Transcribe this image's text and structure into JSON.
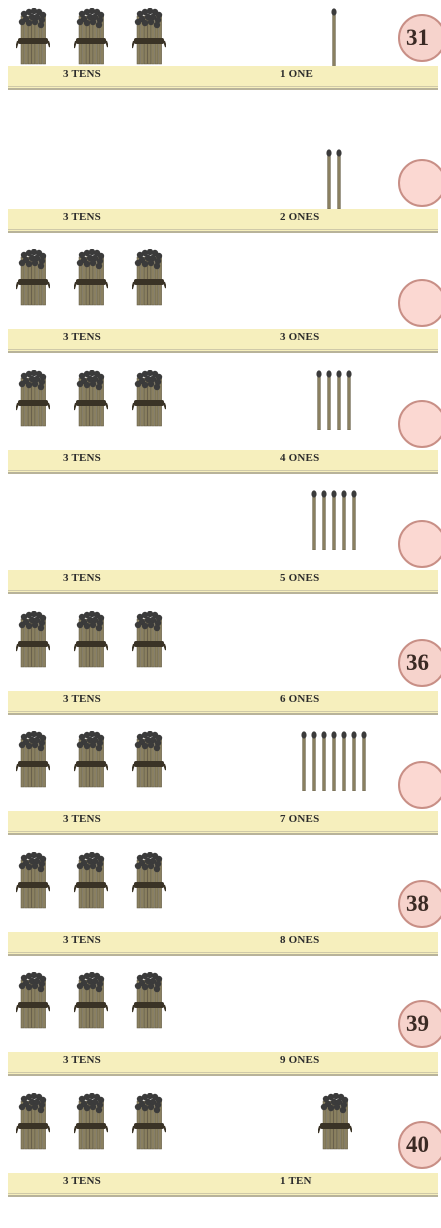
{
  "rows": [
    {
      "tens_label": "3 TENS",
      "ones_label": "1 ONE",
      "answer": "31",
      "show_bundles": true,
      "ones_count": 1,
      "show_ten_bundle": false
    },
    {
      "tens_label": "3 TENS",
      "ones_label": "2 ONES",
      "answer": "",
      "show_bundles": false,
      "ones_count": 2,
      "show_ten_bundle": false
    },
    {
      "tens_label": "3 TENS",
      "ones_label": "3 ONES",
      "answer": "",
      "show_bundles": true,
      "ones_count": 0,
      "show_ten_bundle": false
    },
    {
      "tens_label": "3 TENS",
      "ones_label": "4 ONES",
      "answer": "",
      "show_bundles": true,
      "ones_count": 4,
      "show_ten_bundle": false
    },
    {
      "tens_label": "3 TENS",
      "ones_label": "5 ONES",
      "answer": "",
      "show_bundles": false,
      "ones_count": 5,
      "show_ten_bundle": false
    },
    {
      "tens_label": "3 TENS",
      "ones_label": "6 ONES",
      "answer": "36",
      "show_bundles": true,
      "ones_count": 0,
      "show_ten_bundle": false
    },
    {
      "tens_label": "3 TENS",
      "ones_label": "7 ONES",
      "answer": "",
      "show_bundles": true,
      "ones_count": 7,
      "show_ten_bundle": false
    },
    {
      "tens_label": "3 TENS",
      "ones_label": "8 ONES",
      "answer": "38",
      "show_bundles": true,
      "ones_count": 0,
      "show_ten_bundle": false
    },
    {
      "tens_label": "3 TENS",
      "ones_label": "9 ONES",
      "answer": "39",
      "show_bundles": true,
      "ones_count": 0,
      "show_ten_bundle": false
    },
    {
      "tens_label": "3 TENS",
      "ones_label": "1 TEN",
      "answer": "40",
      "show_bundles": true,
      "ones_count": 0,
      "show_ten_bundle": true
    }
  ],
  "colors": {
    "band": "#f6efbd",
    "circle_fill": "#f6d3cc",
    "circle_stroke": "#c88f86",
    "stick": "#8a8060",
    "stick_head": "#3b3b3b",
    "bundle_tie": "#3a3326"
  },
  "icons": {
    "tens_bundle": "bundle-of-ten-matchsticks-icon",
    "one_stick": "single-matchstick-icon"
  }
}
